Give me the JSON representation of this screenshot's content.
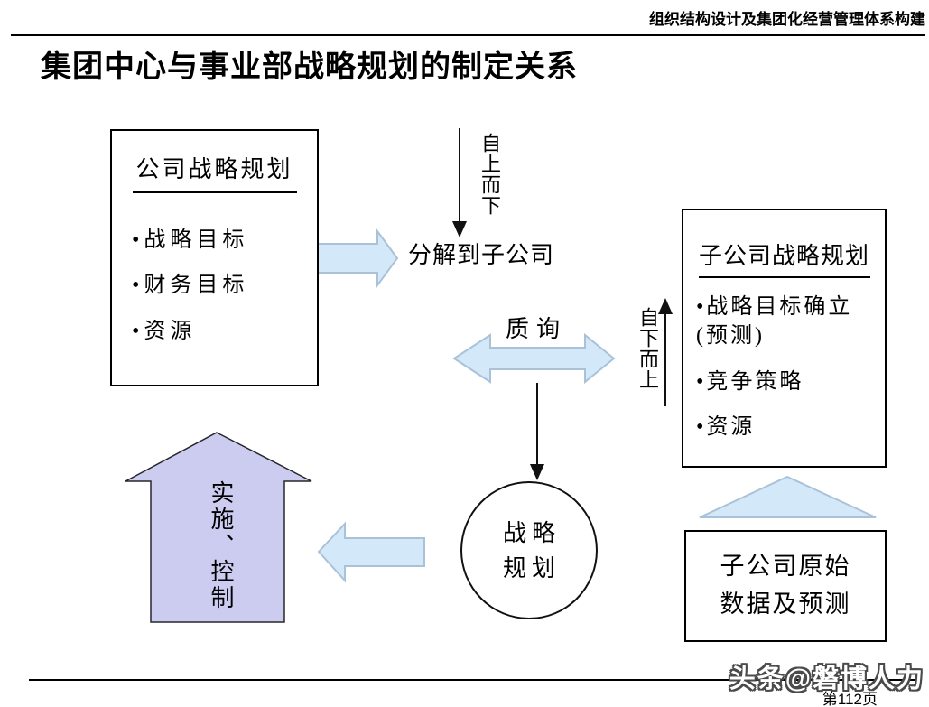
{
  "header": {
    "course_title": "组织结构设计及集团化经营管理体系构建",
    "slide_title": "集团中心与事业部战略规划的制定关系"
  },
  "diagram": {
    "corporate_box": {
      "title": "公司战略规划",
      "bullets": [
        "•战略目标",
        "•财务目标",
        "•资源"
      ]
    },
    "top_down_label": "自上而下",
    "decompose_label": "分解到子公司",
    "inquiry_label": "质询",
    "bottom_up_label": "自下而上",
    "subsidiary_box": {
      "title": "子公司战略规划",
      "bullets": [
        "•战略目标确立\n(预测)",
        "•竞争策略",
        "•资源"
      ]
    },
    "circle": {
      "lines": [
        "战略",
        "规划"
      ]
    },
    "implement_label": "实施、控制",
    "raw_data_box": {
      "lines": [
        "子公司原始",
        "数据及预测"
      ]
    }
  },
  "footer": {
    "watermark": "头条@磐博人力",
    "page_number": "第112页"
  },
  "colors": {
    "light_blue": "#d3e8f8",
    "lavender": "#ccccf0"
  }
}
